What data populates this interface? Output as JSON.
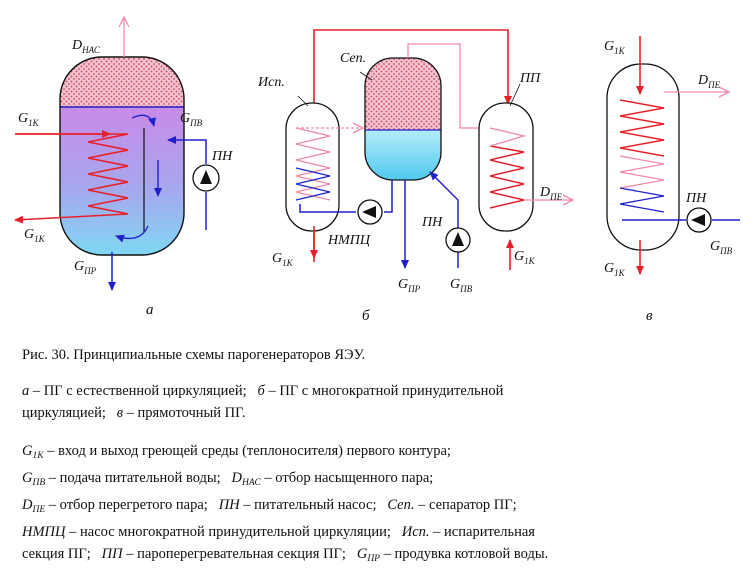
{
  "diagram": {
    "panel_a": {
      "d_nas": {
        "base": "D",
        "sub": "НАС"
      },
      "g1k_in": {
        "base": "G",
        "sub": "1K"
      },
      "g1k_out": {
        "base": "G",
        "sub": "1K"
      },
      "g_pv": {
        "base": "G",
        "sub": "ПВ"
      },
      "g_pr": {
        "base": "G",
        "sub": "ПР"
      },
      "pn": "ПН",
      "letter": "а"
    },
    "panel_b": {
      "isp": "Исп.",
      "sep": "Сеп.",
      "pp": "ПП",
      "d_pe": {
        "base": "D",
        "sub": "ПЕ"
      },
      "g1k_left": {
        "base": "G",
        "sub": "1K"
      },
      "nmpc": "НМПЦ",
      "pn": "ПН",
      "g_pr": {
        "base": "G",
        "sub": "ПР"
      },
      "g_pv": {
        "base": "G",
        "sub": "ПВ"
      },
      "g1k_right": {
        "base": "G",
        "sub": "1K"
      },
      "letter": "б"
    },
    "panel_c": {
      "g1k_in": {
        "base": "G",
        "sub": "1K"
      },
      "d_pe": {
        "base": "D",
        "sub": "ПЕ"
      },
      "pn": "ПН",
      "g1k_out": {
        "base": "G",
        "sub": "1K"
      },
      "g_pv": {
        "base": "G",
        "sub": "ПВ"
      },
      "letter": "в"
    }
  },
  "caption": "Рис. 30. Принципиальные схемы парогенераторов ЯЭУ.",
  "legend": {
    "l1": {
      "a": "а",
      "a_text": " – ПГ с естественной циркуляцией;",
      "b": "б",
      "b_text": " – ПГ с многократной принудительной",
      "cont": "циркуляцией;",
      "c": "в",
      "c_text": " – прямоточный ПГ."
    },
    "l2": {
      "g1k": {
        "base": "G",
        "sub": "1K"
      },
      "g1k_text": " – вход и выход греющей среды (теплоносителя) первого контура;",
      "gpv": {
        "base": "G",
        "sub": "ПВ"
      },
      "gpv_text": " – подача питательной воды;",
      "dnas": {
        "base": "D",
        "sub": "НАС"
      },
      "dnas_text": " – отбор насыщенного пара;",
      "dpe": {
        "base": "D",
        "sub": "ПЕ"
      },
      "dpe_text": " – отбор перегретого пара;",
      "pn": "ПН",
      "pn_text": " – питательный насос;",
      "sep": "Сеп.",
      "sep_text": " – сепаратор ПГ;",
      "nmpc": "НМПЦ",
      "nmpc_text": " – насос многократной принудительной циркуляции;",
      "isp": "Исп.",
      "isp_text": " – испарительная",
      "cont": "секция ПГ;",
      "pp": "ПП",
      "pp_text": " – пароперегревательная секция ПГ;",
      "gpr": {
        "base": "G",
        "sub": "ПР"
      },
      "gpr_text": " – продувка котловой воды."
    }
  },
  "colors": {
    "primary": "#e8202a",
    "secondary": "#2020c8",
    "steam": "#f08aa8",
    "water": "#7fd8f0",
    "mix": "#c48ae0"
  }
}
